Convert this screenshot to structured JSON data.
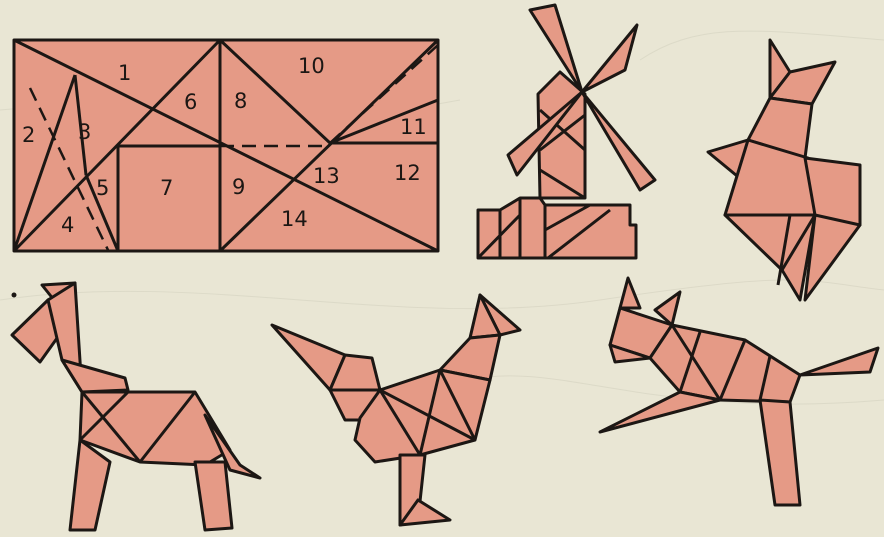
{
  "colors": {
    "paper": "#e9e6d4",
    "piece_fill": "#e59a86",
    "line": "#1c1714"
  },
  "puzzle": {
    "piece_labels": [
      "1",
      "2",
      "3",
      "4",
      "5",
      "6",
      "7",
      "8",
      "9",
      "10",
      "11",
      "12",
      "13",
      "14"
    ]
  },
  "figures": [
    "windmill",
    "cat",
    "horse",
    "rooster",
    "fox"
  ]
}
